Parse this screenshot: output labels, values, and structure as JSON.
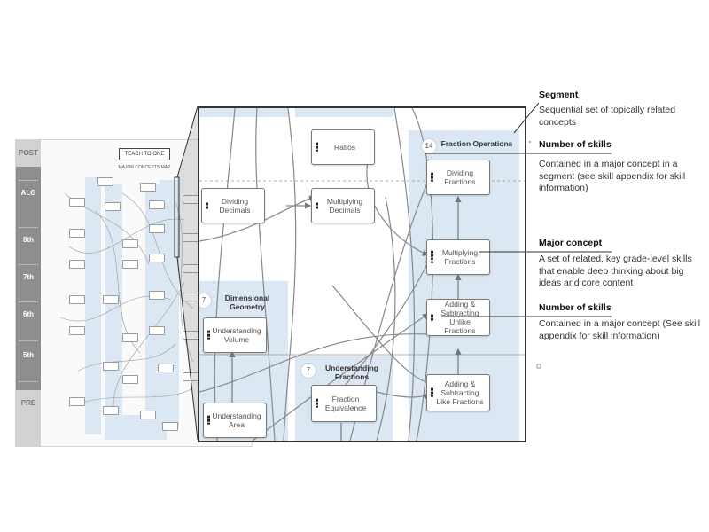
{
  "thumbnail": {
    "title": "TEACH TO ONE",
    "subtitle": "MAJOR CONCEPTS MAP",
    "grades": [
      "POST",
      "ALG",
      "8th",
      "7th",
      "6th",
      "5th",
      "PRE"
    ]
  },
  "zoom": {
    "segments": [
      {
        "name": "Fraction Operations",
        "count": "14"
      },
      {
        "name": "Dimensional Geometry",
        "count": "7"
      },
      {
        "name": "Understanding Fractions",
        "count": "7"
      }
    ],
    "nodes": [
      {
        "label": "Ratios"
      },
      {
        "label": "Dividing Decimals"
      },
      {
        "label": "Multiplying Decimals"
      },
      {
        "label": "Dividing Fractions"
      },
      {
        "label": "Multiplying Fractions"
      },
      {
        "label": "Adding & Subtracting Unlike Fractions"
      },
      {
        "label": "Adding & Subtracting Like Fractions"
      },
      {
        "label": "Understanding Volume"
      },
      {
        "label": "Understanding Area"
      },
      {
        "label": "Fraction Equivalence"
      }
    ]
  },
  "annotations": [
    {
      "title": "Segment",
      "desc": "Sequential set of topically related concepts"
    },
    {
      "title": "Number of skills",
      "desc": "Contained in a major concept in a segment  (see skill appendix for skill information)"
    },
    {
      "title": "Major concept",
      "desc": "A set of related, key grade-level skills that enable deep thinking about big ideas and core content"
    },
    {
      "title": "Number of skills",
      "desc": "Contained in a major concept (See skill appendix for skill information)"
    }
  ],
  "colors": {
    "segment_fill": "#dbe8f3",
    "grade_strip": "#8e8e8e",
    "frame": "#333333"
  }
}
